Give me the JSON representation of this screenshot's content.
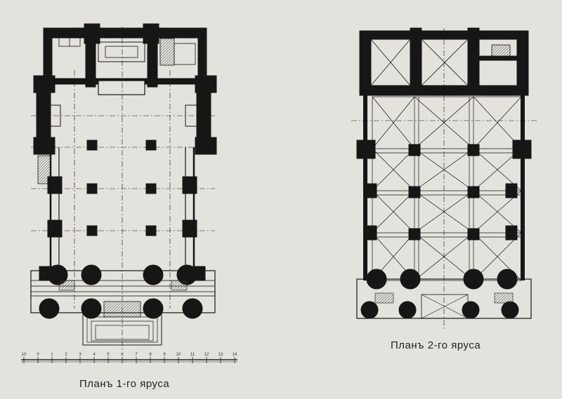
{
  "plans": [
    {
      "caption": "Планъ 1-го яруса"
    },
    {
      "caption": "Планъ 2-го яруса"
    }
  ],
  "scale_bar": {
    "labels": [
      "10",
      "0",
      "1",
      "2",
      "3",
      "4",
      "5",
      "6",
      "7",
      "8",
      "9",
      "10",
      "11",
      "12",
      "13",
      "14"
    ]
  },
  "colors": {
    "paper": "#e4e2dc",
    "ink": "#161616",
    "line": "#2a2a2a",
    "fill_light": "#d2cfc8"
  }
}
